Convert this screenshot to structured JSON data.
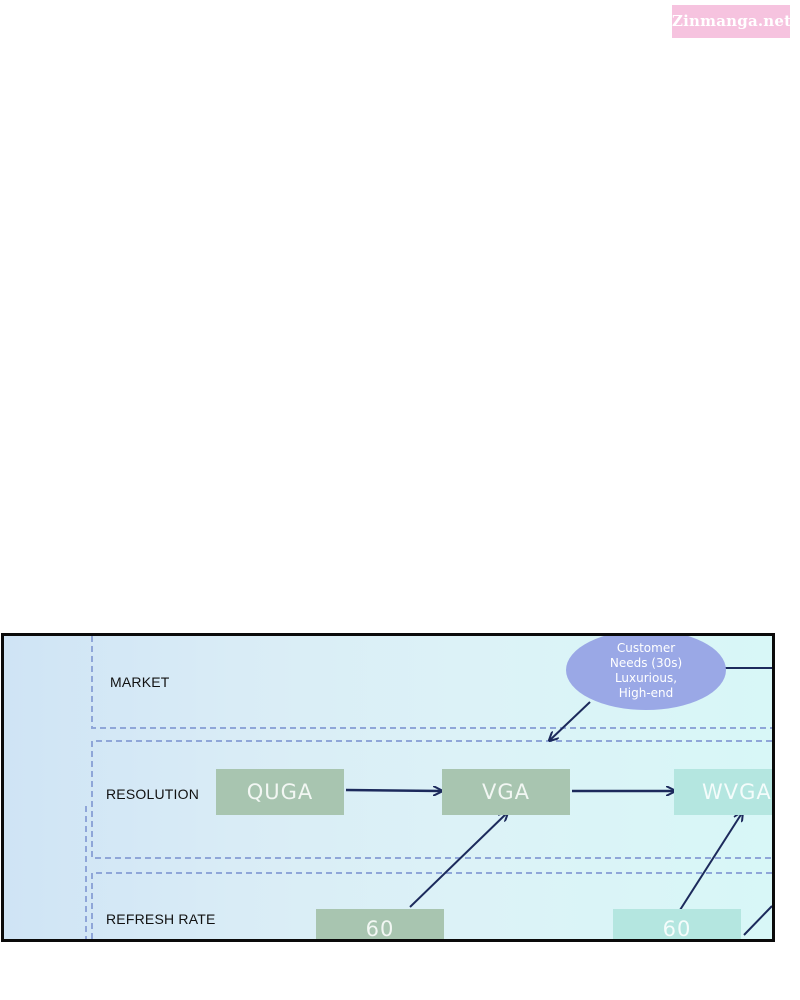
{
  "watermark": {
    "text": "Zinmanga.net"
  },
  "diagram": {
    "rows": [
      {
        "label": "MARKET"
      },
      {
        "label": "RESOLUTION"
      },
      {
        "label": "REFRESH RATE"
      }
    ],
    "resolution_boxes": [
      {
        "label": "QUGA"
      },
      {
        "label": "VGA"
      },
      {
        "label": "WVGA"
      }
    ],
    "refresh_boxes": [
      {
        "label": "60"
      },
      {
        "label": "60"
      }
    ],
    "customer_needs": {
      "lines": [
        "Customer",
        "Needs (30s)",
        "Luxurious,",
        "High-end"
      ]
    },
    "colors": {
      "green_box": "#a8c5b0",
      "teal_box": "#b4e6e0",
      "bubble": "#9aa8e6",
      "arrow": "#1c2a5c",
      "dashed_border": "#8fa6d8"
    }
  }
}
